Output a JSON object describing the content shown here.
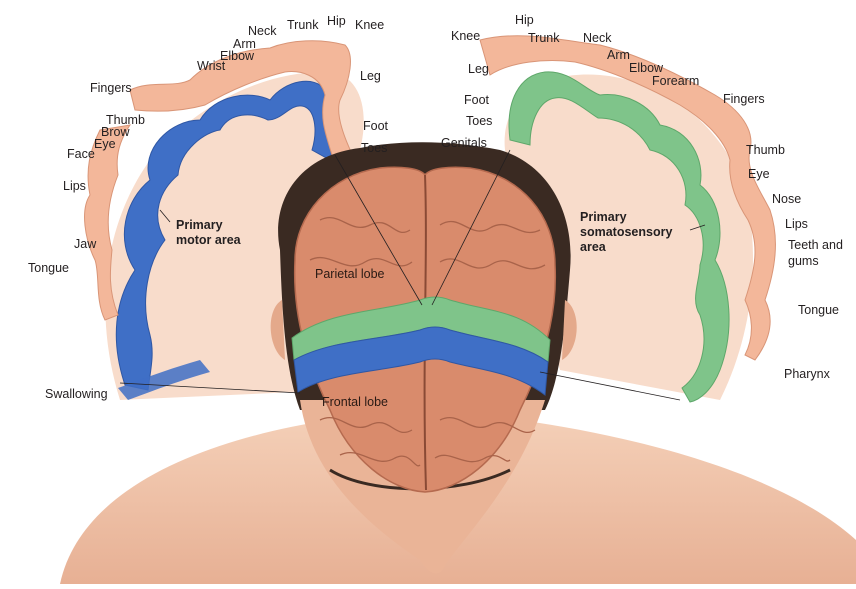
{
  "colors": {
    "motor": "#3f6fc6",
    "sensory": "#7fc48a",
    "cortex_fill": "#f7d2bd",
    "homunculus": "#f3b79a",
    "brain": "#d98b6c",
    "skin": "#f2c7ad",
    "hair": "#3a2a22"
  },
  "motor": {
    "title_line1": "Primary",
    "title_line2": "motor area",
    "labels": [
      "Neck",
      "Trunk",
      "Hip",
      "Knee",
      "Arm",
      "Elbow",
      "Wrist",
      "Fingers",
      "Leg",
      "Thumb",
      "Brow",
      "Eye",
      "Face",
      "Foot",
      "Toes",
      "Lips",
      "Jaw",
      "Tongue",
      "Swallowing"
    ]
  },
  "sensory": {
    "title_line1": "Primary",
    "title_line2": "somatosensory",
    "title_line3": "area",
    "labels": [
      "Hip",
      "Knee",
      "Trunk",
      "Neck",
      "Arm",
      "Leg",
      "Elbow",
      "Forearm",
      "Fingers",
      "Foot",
      "Toes",
      "Genitals",
      "Thumb",
      "Eye",
      "Nose",
      "Lips",
      "Teeth and",
      "gums",
      "Tongue",
      "Pharynx"
    ]
  },
  "brain": {
    "parietal": "Parietal lobe",
    "frontal": "Frontal lobe"
  }
}
